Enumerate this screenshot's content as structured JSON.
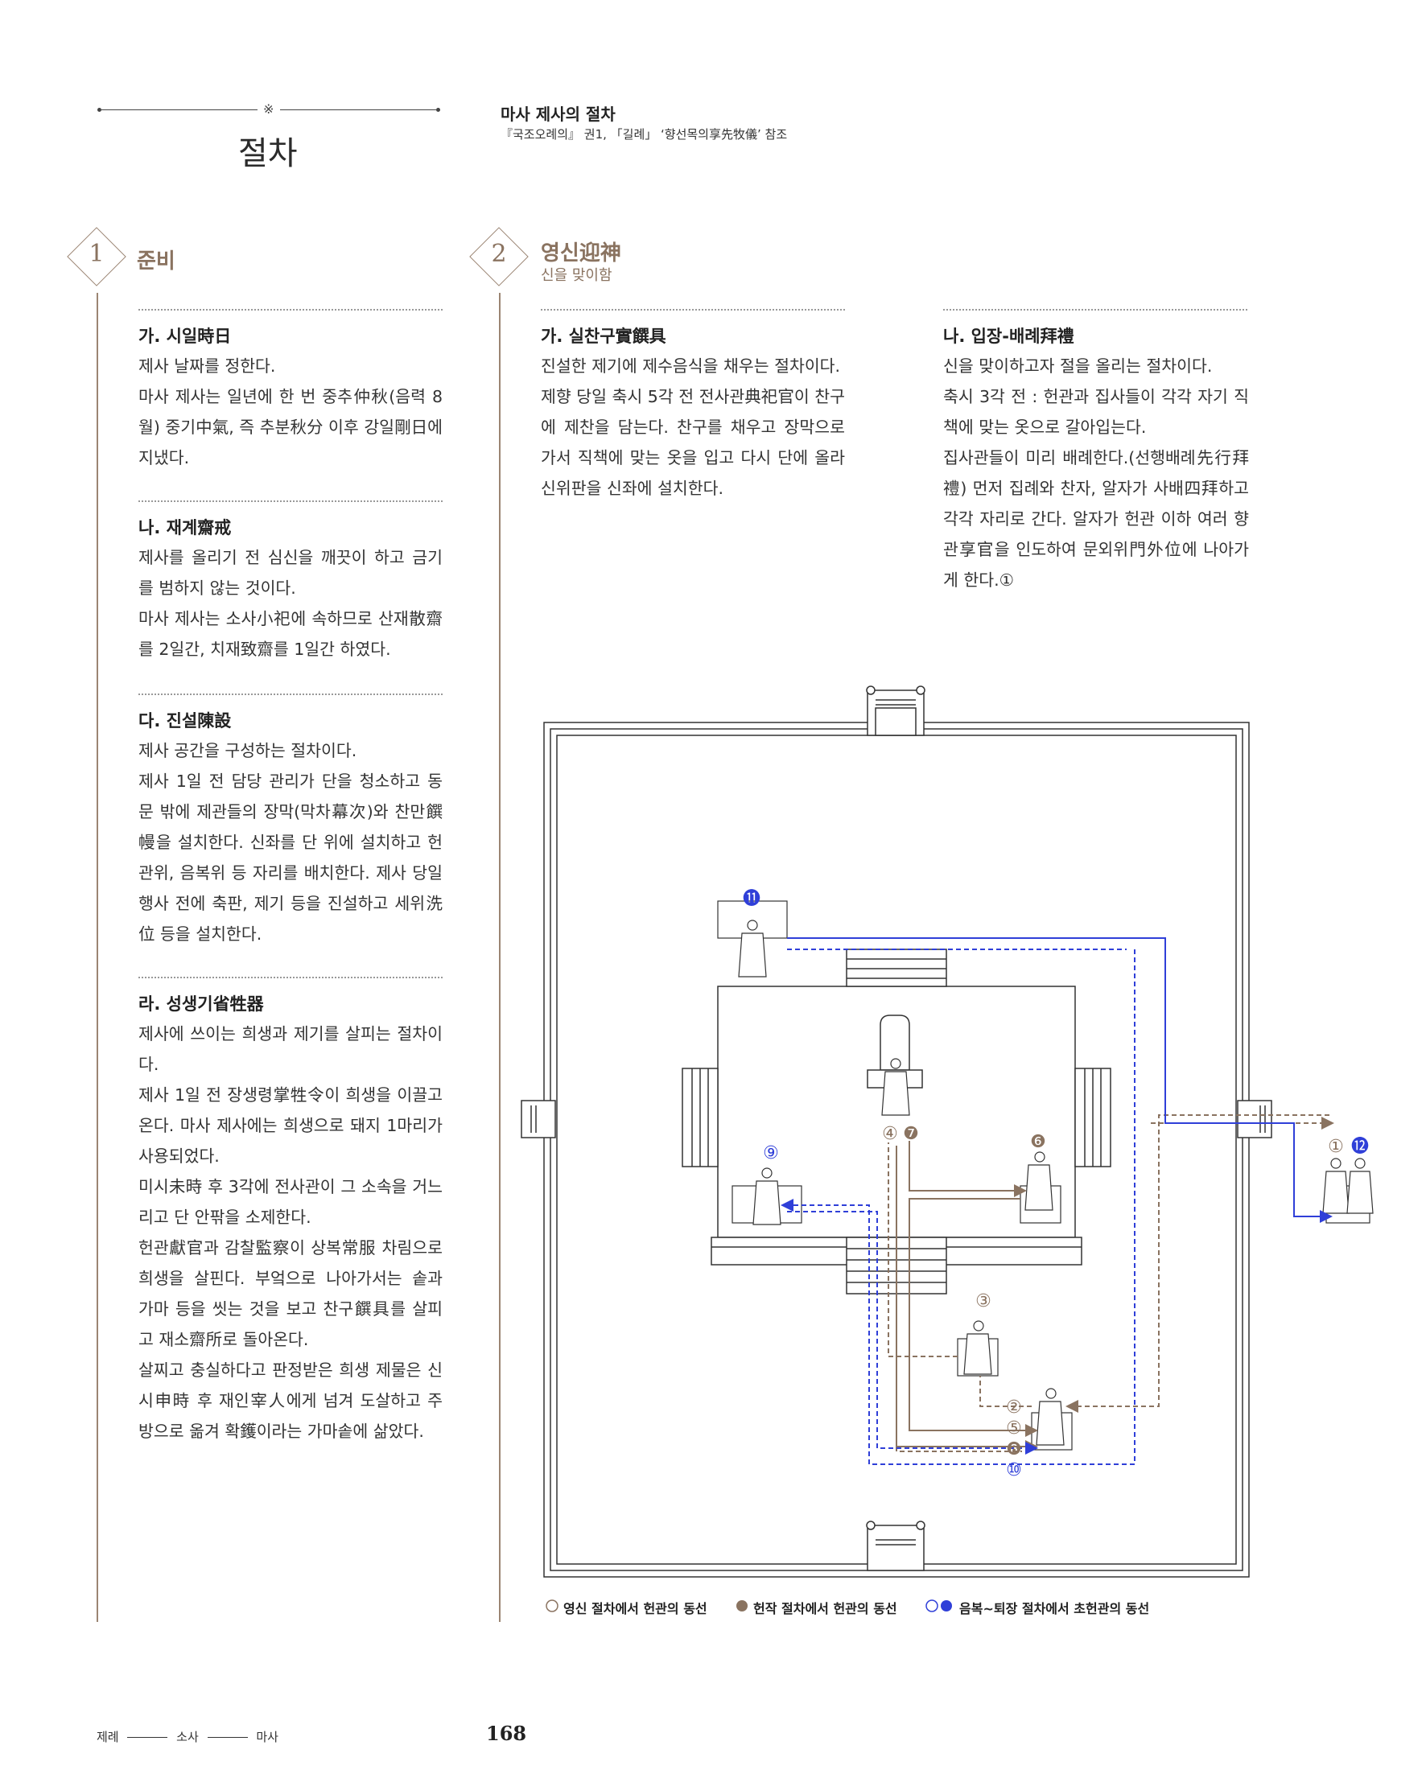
{
  "header": {
    "title": "절차",
    "ornament": "※",
    "right_title": "마사 제사의 절차",
    "right_source": "『국조오례의』 권1, 「길례」 ‘향선목의享先牧儀’ 참조"
  },
  "section1": {
    "number": "1",
    "title": "준비",
    "items": [
      {
        "heading": "가. 시일時日",
        "text": "제사 날짜를 정한다.\n마사 제사는 일년에 한 번 중추仲秋(음력 8월) 중기中氣, 즉 추분秋分 이후 강일剛日에 지냈다."
      },
      {
        "heading": "나. 재계齋戒",
        "text": "제사를 올리기 전 심신을 깨끗이 하고 금기를 범하지 않는 것이다.\n마사 제사는 소사小祀에 속하므로 산재散齋를 2일간, 치재致齋를 1일간 하였다."
      },
      {
        "heading": "다. 진설陳設",
        "text": "제사 공간을 구성하는 절차이다.\n제사 1일 전 담당 관리가 단을 청소하고 동문 밖에 제관들의 장막(막차幕次)와 찬만饌幔을 설치한다. 신좌를 단 위에 설치하고 헌관위, 음복위 등 자리를 배치한다. 제사 당일 행사 전에 축판, 제기 등을 진설하고 세위洗位 등을 설치한다."
      },
      {
        "heading": "라. 성생기省牲器",
        "text": "제사에 쓰이는 희생과 제기를 살피는 절차이다.\n제사 1일 전 장생령掌牲令이 희생을 이끌고 온다. 마사 제사에는 희생으로 돼지 1마리가 사용되었다.\n미시未時 후 3각에 전사관이 그 소속을 거느리고 단 안팎을 소제한다.\n헌관獻官과 감찰監察이 상복常服 차림으로 희생을 살핀다. 부엌으로 나아가서는 솥과 가마 등을 씻는 것을 보고 찬구饌具를 살피고 재소齋所로 돌아온다.\n살찌고 충실하다고 판정받은 희생 제물은 신시申時 후 재인宰人에게 넘겨 도살하고 주방으로 옮겨 확鑊이라는 가마솥에 삶았다."
      }
    ]
  },
  "section2": {
    "number": "2",
    "title": "영신迎神",
    "subtitle": "신을 맞이함",
    "items": [
      {
        "heading": "가. 실찬구實饌具",
        "text": "진설한 제기에 제수음식을 채우는 절차이다.\n제향 당일 축시 5각 전 전사관典祀官이 찬구에 제찬을 담는다. 찬구를 채우고 장막으로 가서 직책에 맞는 옷을 입고 다시 단에 올라 신위판을 신좌에 설치한다."
      },
      {
        "heading": "나. 입장-배례拜禮",
        "text": "신을 맞이하고자 절을 올리는 절차이다.\n축시 3각 전 : 헌관과 집사들이 각각 자기 직책에 맞는 옷으로 갈아입는다.\n집사관들이 미리 배례한다.(선행배례先行拜禮) 먼저 집례와 찬자, 알자가 사배四拜하고 각각 자리로 간다. 알자가 헌관 이하 여러 향관享官을 인도하여 문외위門外位에 나아가게 한다.①"
      }
    ]
  },
  "diagram": {
    "markers": {
      "m1": "①",
      "m2": "②",
      "m3": "③",
      "m4": "④",
      "m5": "⑤",
      "m6": "❻",
      "m7": "❼",
      "m8": "❽",
      "m9": "⑨",
      "m10": "⑩",
      "m11": "⓫",
      "m12": "⓬"
    },
    "colors": {
      "brown": "#8a7360",
      "blue": "#2f3fd8"
    }
  },
  "legend": {
    "item1": "영신 절차에서 헌관의 동선",
    "item2": "헌작 절차에서 헌관의 동선",
    "item3": "음복~퇴장 절차에서 초헌관의 동선"
  },
  "footer": {
    "c1": "제례",
    "c2": "소사",
    "c3": "마사",
    "page": "168"
  }
}
